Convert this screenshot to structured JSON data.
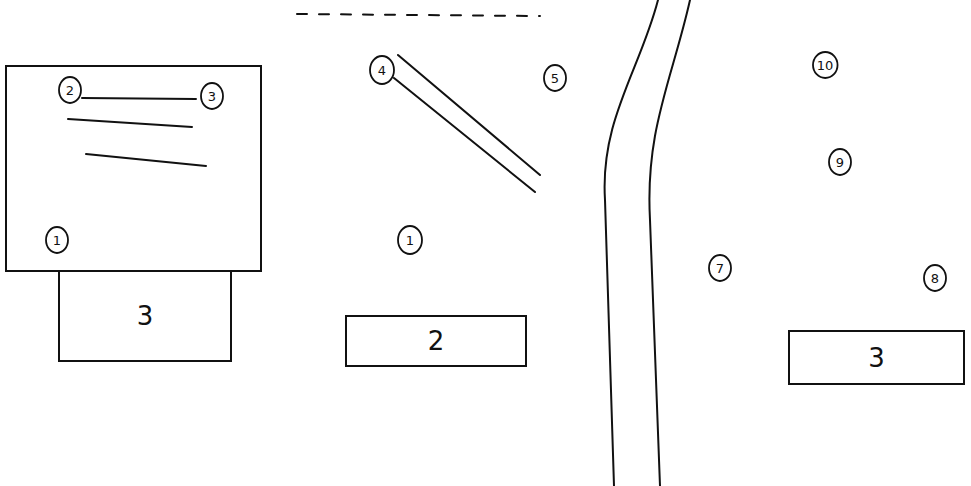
{
  "diagram": {
    "nodes": [
      {
        "text": []
      },
      {
        "text": [
          "2"
        ],
        "in": 0
      },
      {
        "text": [
          "3"
        ],
        "in": 0
      },
      {
        "text": [
          "1"
        ],
        "in": 0
      },
      {
        "text": [
          "3"
        ]
      },
      {
        "text": [
          "4"
        ]
      },
      {
        "text": [
          "5"
        ]
      },
      {
        "text": [
          "1"
        ]
      },
      {
        "text": [
          "2"
        ]
      },
      {
        "text": [
          "10"
        ]
      },
      {
        "text": [
          "9"
        ]
      },
      {
        "text": [
          "7"
        ]
      },
      {
        "text": [
          "8"
        ]
      },
      {
        "text": [
          "3"
        ]
      }
    ]
  }
}
